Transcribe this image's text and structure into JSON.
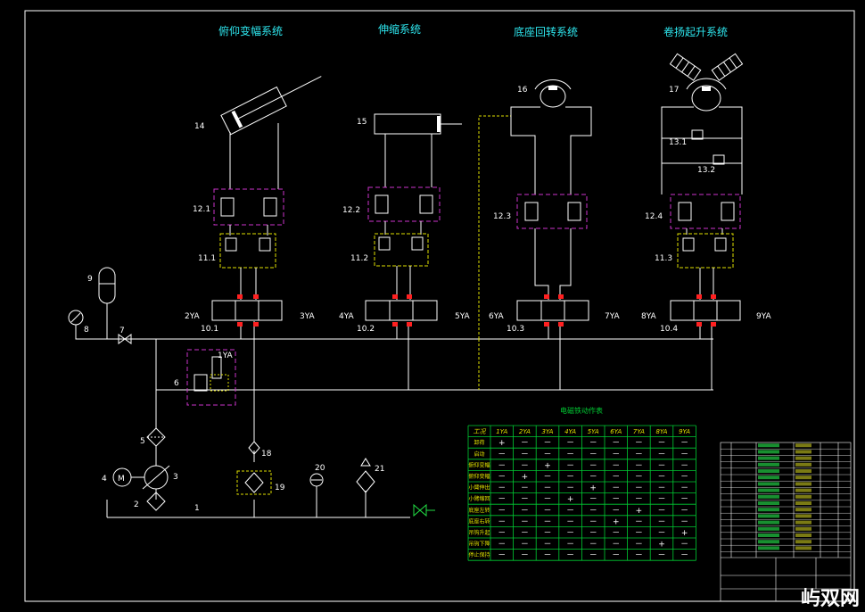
{
  "titles": [
    "俯仰变幅系统",
    "伸缩系统",
    "底座回转系统",
    "卷扬起升系统"
  ],
  "component_labels": {
    "c14": "14",
    "c15": "15",
    "c16": "16",
    "c17": "17",
    "c12_1": "12.1",
    "c12_2": "12.2",
    "c12_3": "12.3",
    "c12_4": "12.4",
    "c11_1": "11.1",
    "c11_2": "11.2",
    "c11_3": "11.3",
    "c13_1": "13.1",
    "c13_2": "13.2",
    "c10_1": "10.1",
    "c10_2": "10.2",
    "c10_3": "10.3",
    "c10_4": "10.4",
    "c9": "9",
    "c8": "8",
    "c7": "7",
    "c6": "6",
    "c5": "5",
    "c4": "4",
    "c3": "3",
    "c2": "2",
    "c1": "1",
    "c18": "18",
    "c19": "19",
    "c20": "20",
    "c21": "21",
    "motor": "M"
  },
  "solenoids": [
    "1YA",
    "2YA",
    "3YA",
    "4YA",
    "5YA",
    "6YA",
    "7YA",
    "8YA",
    "9YA"
  ],
  "table": {
    "title": "电磁铁动作表",
    "corner": "工况",
    "headers": [
      "1YA",
      "2YA",
      "3YA",
      "4YA",
      "5YA",
      "6YA",
      "7YA",
      "8YA",
      "9YA"
    ],
    "rows": [
      {
        "label": "卸荷",
        "cells": [
          "+",
          "－",
          "－",
          "－",
          "－",
          "－",
          "－",
          "－",
          "－"
        ]
      },
      {
        "label": "启动",
        "cells": [
          "－",
          "－",
          "－",
          "－",
          "－",
          "－",
          "－",
          "－",
          "－"
        ]
      },
      {
        "label": "俯仰变幅",
        "cells": [
          "－",
          "－",
          "+",
          "－",
          "－",
          "－",
          "－",
          "－",
          "－"
        ]
      },
      {
        "label": "俯仰变幅",
        "cells": [
          "－",
          "+",
          "－",
          "－",
          "－",
          "－",
          "－",
          "－",
          "－"
        ]
      },
      {
        "label": "小臂伸出",
        "cells": [
          "－",
          "－",
          "－",
          "－",
          "+",
          "－",
          "－",
          "－",
          "－"
        ]
      },
      {
        "label": "小臂缩回",
        "cells": [
          "－",
          "－",
          "－",
          "+",
          "－",
          "－",
          "－",
          "－",
          "－"
        ]
      },
      {
        "label": "底座左转",
        "cells": [
          "－",
          "－",
          "－",
          "－",
          "－",
          "－",
          "+",
          "－",
          "－"
        ]
      },
      {
        "label": "底座右转",
        "cells": [
          "－",
          "－",
          "－",
          "－",
          "－",
          "+",
          "－",
          "－",
          "－"
        ]
      },
      {
        "label": "吊钩升起",
        "cells": [
          "－",
          "－",
          "－",
          "－",
          "－",
          "－",
          "－",
          "－",
          "+"
        ]
      },
      {
        "label": "吊钩下降",
        "cells": [
          "－",
          "－",
          "－",
          "－",
          "－",
          "－",
          "－",
          "+",
          "－"
        ]
      },
      {
        "label": "停止保持",
        "cells": [
          "－",
          "－",
          "－",
          "－",
          "－",
          "－",
          "－",
          "－",
          "－"
        ]
      }
    ]
  },
  "watermark": "屿双网",
  "colors": {
    "line": "#ffffff",
    "title": "#2ee6ee",
    "table": "#00cc33",
    "header": "#e0e000",
    "group": "#cc33cc",
    "check": "#e0e000",
    "solenoid": "#ff2020"
  }
}
